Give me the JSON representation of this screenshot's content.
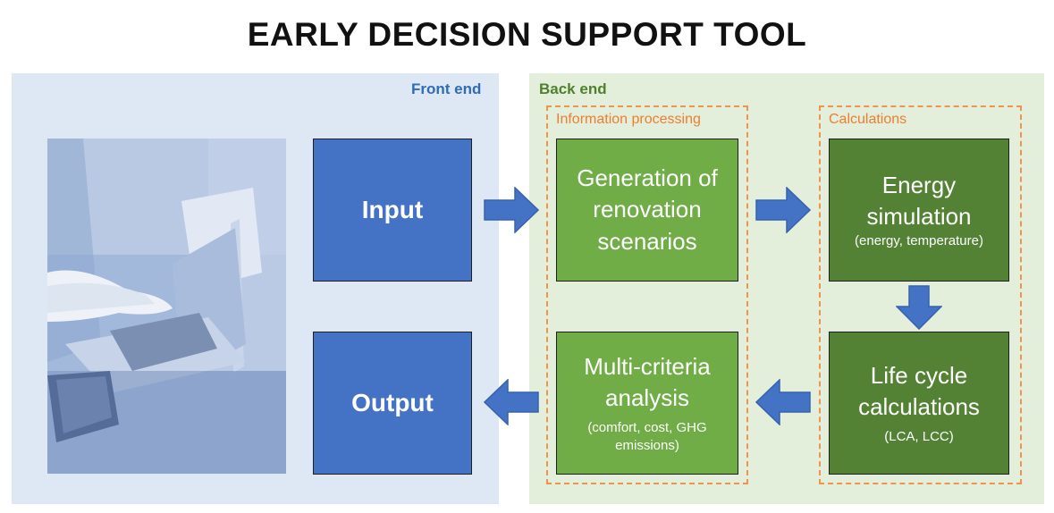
{
  "title": "EARLY DECISION SUPPORT TOOL",
  "front_end": {
    "label": "Front end",
    "input_label": "Input",
    "output_label": "Output",
    "photo_icon": "laptop-typing-photo"
  },
  "back_end": {
    "label": "Back end",
    "information_processing": {
      "label": "Information processing",
      "generation": {
        "title": "Generation of renovation scenarios"
      },
      "mca": {
        "title": "Multi-criteria analysis",
        "subtitle": "(comfort, cost, GHG emissions)"
      }
    },
    "calculations": {
      "label": "Calculations",
      "energy": {
        "title": "Energy simulation",
        "subtitle": "(energy, temperature)"
      },
      "lifecycle": {
        "title": "Life cycle calculations",
        "subtitle": "(LCA, LCC)"
      }
    }
  },
  "colors": {
    "front_bg": "#dde8f4",
    "back_bg": "#e3efdb",
    "box_blue": "#4472c4",
    "box_light_green": "#70ad47",
    "box_dark_green": "#548235",
    "arrow": "#4472c4",
    "dashed_border": "#f0934d",
    "front_label": "#2e6db5",
    "back_label": "#4f7f2f"
  }
}
